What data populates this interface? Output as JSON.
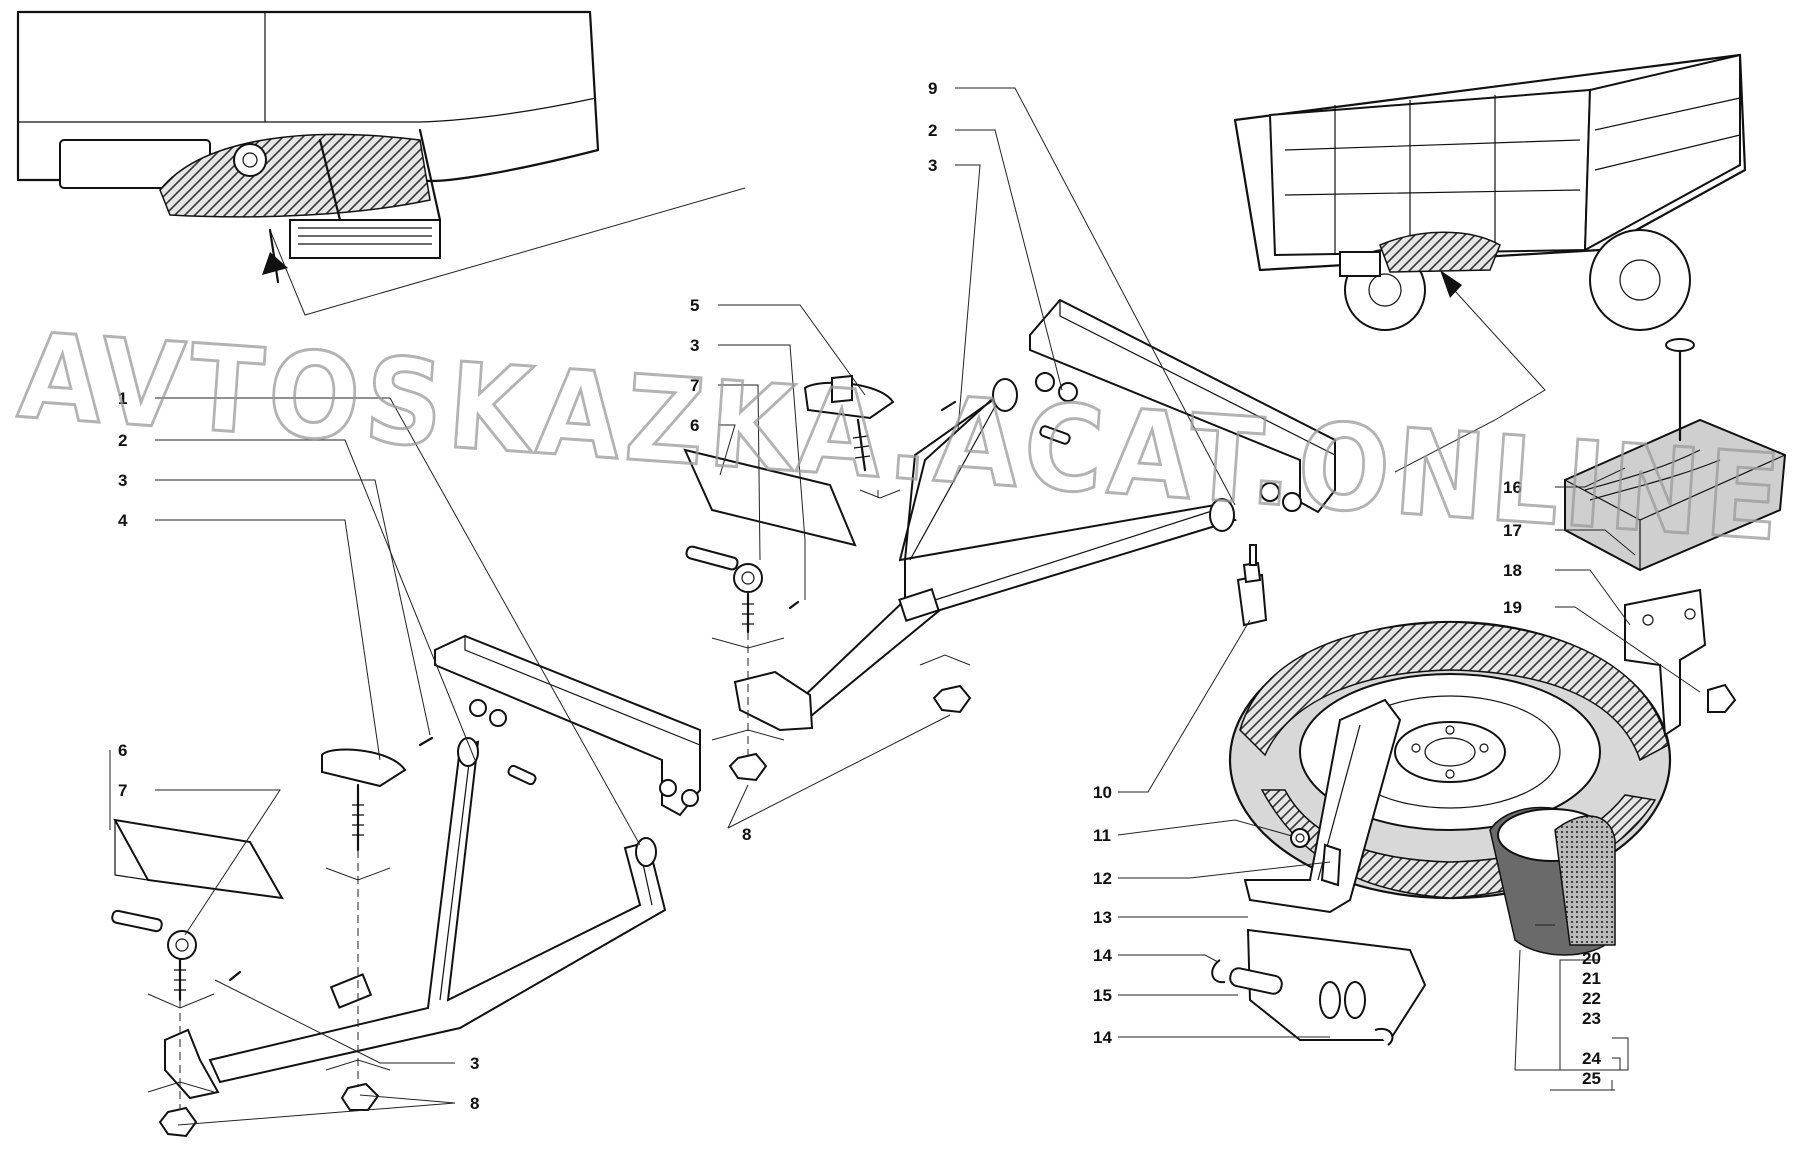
{
  "watermark": "AVTOSKAZKA.ACAT.ONLINE",
  "callouts": {
    "left_1": "1",
    "left_2": "2",
    "left_3a": "3",
    "left_4": "4",
    "left_6": "6",
    "left_7": "7",
    "left_3b": "3",
    "left_8": "8",
    "mid_9": "9",
    "mid_2": "2",
    "mid_3a": "3",
    "mid_5": "5",
    "mid_3b": "3",
    "mid_7": "7",
    "mid_6": "6",
    "mid_8": "8",
    "r_16": "16",
    "r_17": "17",
    "r_18": "18",
    "r_19": "19",
    "r_10": "10",
    "r_11": "11",
    "r_12": "12",
    "r_13": "13",
    "r_14a": "14",
    "r_15": "15",
    "r_14b": "14",
    "r_20": "20",
    "r_21": "21",
    "r_22": "22",
    "r_23": "23",
    "r_24": "24",
    "r_25": "25"
  },
  "colors": {
    "ink": "#111111",
    "watermark": "#9a9a9a",
    "background": "#ffffff"
  }
}
